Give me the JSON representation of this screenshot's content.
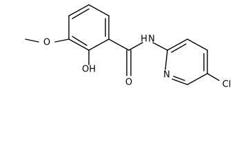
{
  "molecule": {
    "atoms": {
      "methoxy_o": "O",
      "hydroxyl": "OH",
      "carbonyl_o": "O",
      "amide_n": "N",
      "amide_h": "H",
      "pyridine_n": "N",
      "chlorine": "Cl"
    },
    "colors": {
      "bond": "#000000",
      "label": "#000000",
      "background": "#ffffff"
    }
  }
}
